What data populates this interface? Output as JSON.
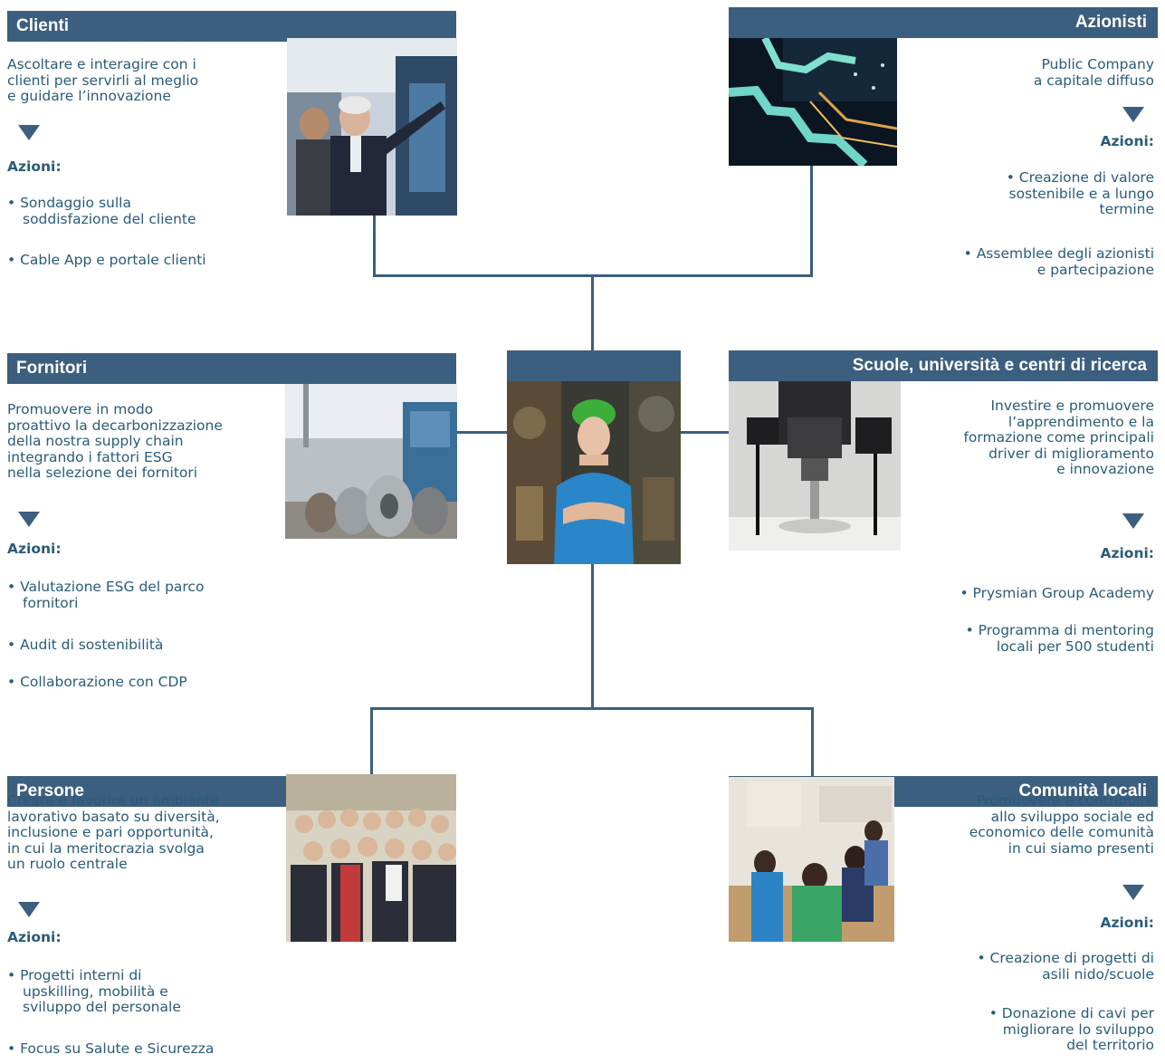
{
  "clienti": {
    "title": "Clienti",
    "desc": [
      "Ascoltare e interagire con i",
      "clienti per servirli al meglio",
      "e guidare l’innovazione"
    ],
    "azioni_label": "Azioni:",
    "actions": [
      [
        "• Sondaggio sulla",
        "soddisfazione del cliente"
      ],
      [
        "• Cable App e portale clienti"
      ]
    ]
  },
  "azionisti": {
    "title": "Azionisti",
    "desc": [
      "Public Company",
      "a capitale diffuso"
    ],
    "azioni_label": "Azioni:",
    "actions": [
      [
        "• Creazione di valore",
        "sostenibile e a lungo",
        "termine"
      ],
      [
        "• Assemblee degli azionisti",
        "e partecipazione"
      ]
    ]
  },
  "fornitori": {
    "title": "Fornitori",
    "desc": [
      "Promuovere in modo",
      "proattivo la decarbonizzazione",
      "della nostra supply chain",
      "integrando i fattori ESG",
      "nella selezione dei fornitori"
    ],
    "azioni_label": "Azioni:",
    "actions": [
      [
        "• Valutazione ESG del parco",
        "fornitori"
      ],
      [
        "• Audit di sostenibilità"
      ],
      [
        "• Collaborazione con CDP"
      ]
    ]
  },
  "scuole": {
    "title": "Scuole, università e centri di ricerca",
    "desc": [
      "Investire e promuovere",
      "l’apprendimento e la",
      "formazione come principali",
      "driver di miglioramento",
      "e innovazione"
    ],
    "azioni_label": "Azioni:",
    "actions": [
      [
        "• Prysmian Group Academy"
      ],
      [
        "• Programma di mentoring",
        "locali per 500 studenti"
      ]
    ]
  },
  "persone": {
    "title": "Persone",
    "desc": [
      "Creare e favorire un ambiente",
      "lavorativo basato su diversità,",
      "inclusione e pari opportunità,",
      "in cui la meritocrazia svolga",
      "un ruolo centrale"
    ],
    "azioni_label": "Azioni:",
    "actions": [
      [
        "• Progetti interni di",
        "upskilling, mobilità e",
        "sviluppo del personale"
      ],
      [
        "• Focus su Salute e Sicurezza"
      ]
    ]
  },
  "comunita": {
    "title": "Comunità locali",
    "desc": [
      "Promuovere e contribuire",
      "allo sviluppo sociale ed",
      "economico delle comunità",
      "in cui siamo presenti"
    ],
    "azioni_label": "Azioni:",
    "actions": [
      [
        "• Creazione di progetti di",
        "asili nido/scuole"
      ],
      [
        "• Donazione di cavi per",
        "migliorare lo sviluppo",
        "del territorio"
      ]
    ]
  },
  "colors": {
    "header": "#3c5e7f",
    "text": "#2a5b7a",
    "line": "#3c5e7f"
  },
  "icons": {
    "arrow": "down-triangle-icon"
  }
}
